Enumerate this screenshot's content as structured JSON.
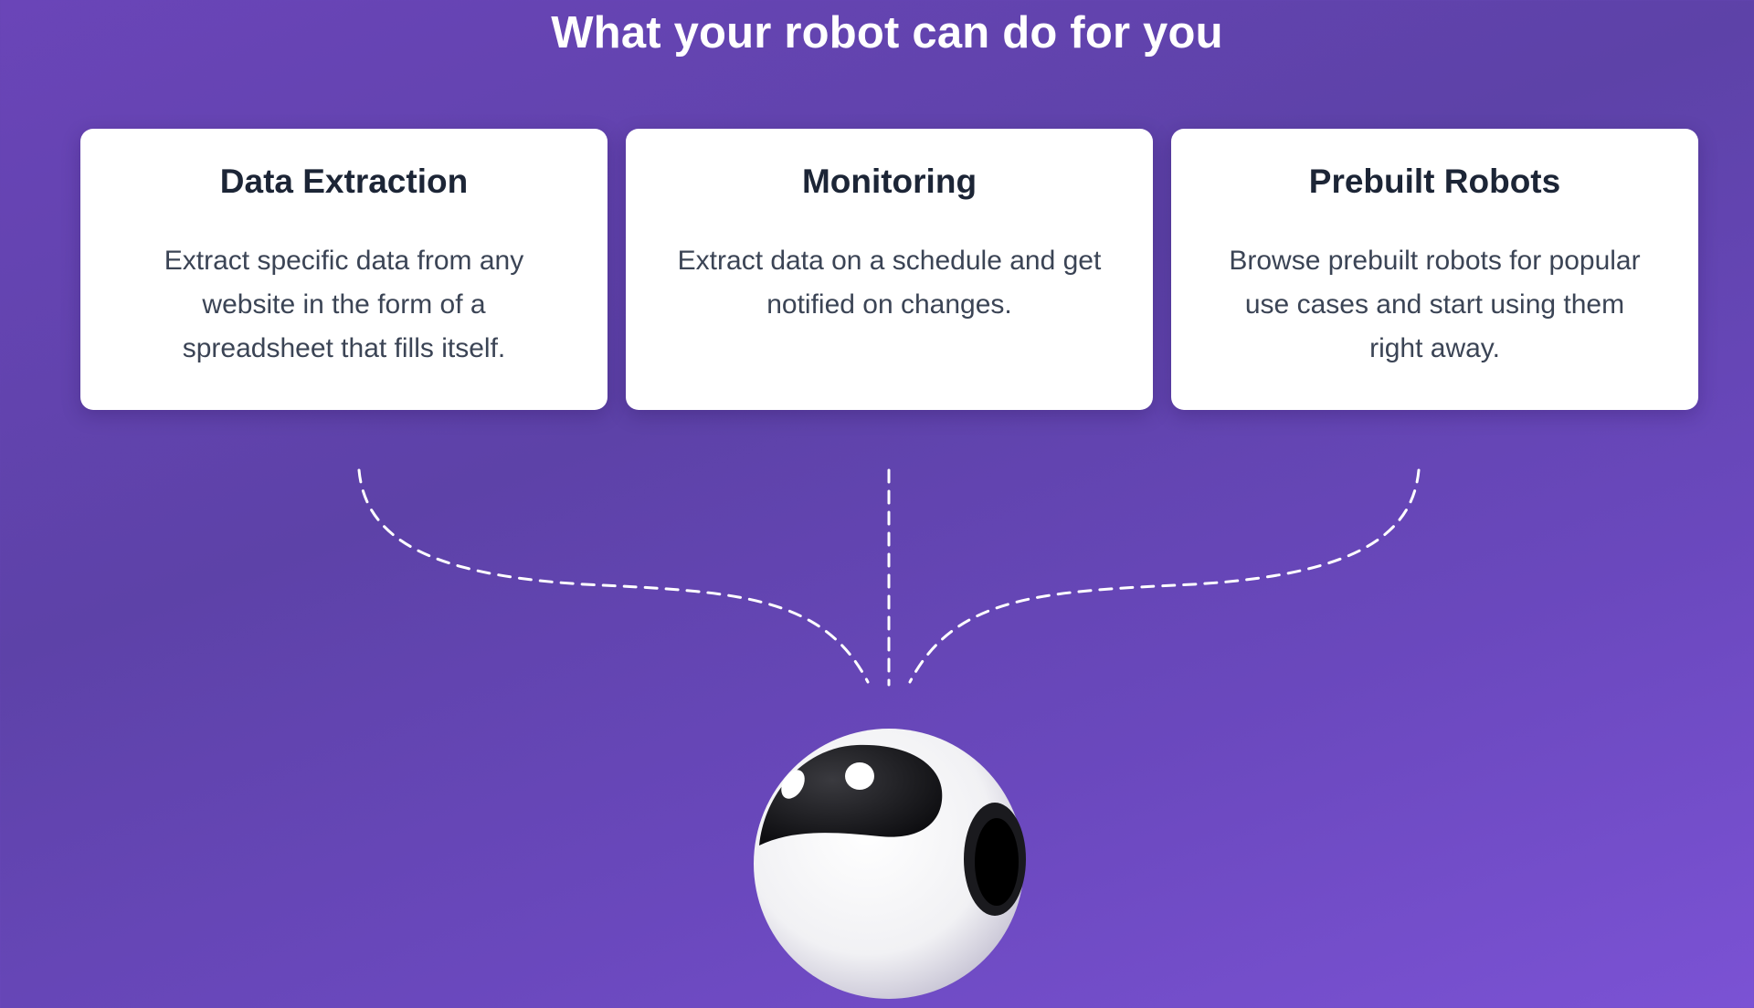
{
  "section": {
    "title": "What your robot can do for you"
  },
  "cards": [
    {
      "title": "Data Extraction",
      "description": "Extract specific data from any website in the form of a spreadsheet that fills itself."
    },
    {
      "title": "Monitoring",
      "description": "Extract data on a schedule and get notified on changes."
    },
    {
      "title": "Prebuilt Robots",
      "description": "Browse prebuilt robots for popular use cases and start using them right away."
    }
  ],
  "colors": {
    "background": "#6445b2",
    "card": "#ffffff",
    "heading_text": "#1c2536",
    "body_text": "#3b4455",
    "connector": "#ffffff"
  },
  "icons": {
    "mascot": "robot-mascot-icon"
  }
}
